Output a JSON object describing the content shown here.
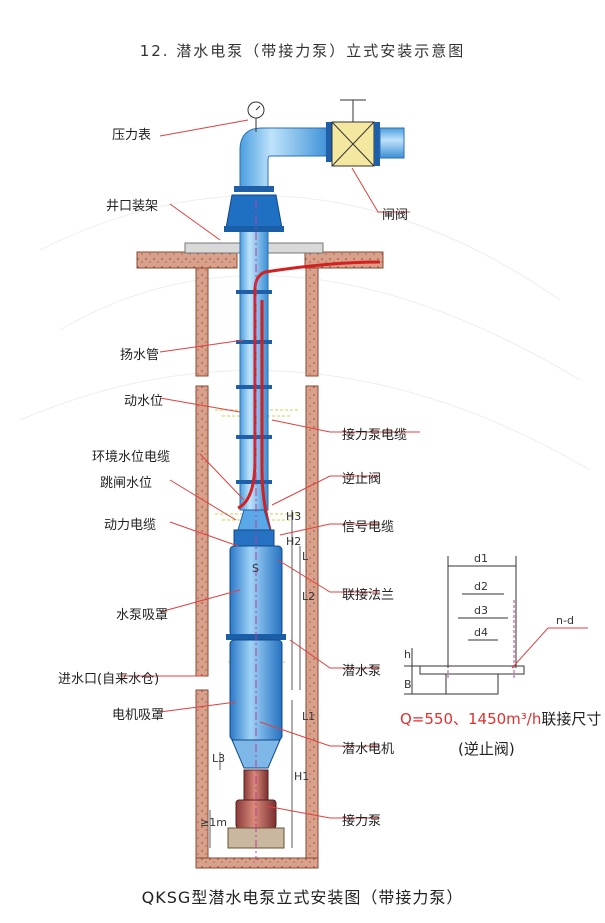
{
  "title": "12. 潜水电泵（带接力泵）立式安装示意图",
  "caption": "QKSG型潜水电泵立式安装图（带接力泵）",
  "labels": {
    "pressure_gauge": "压力表",
    "gate_valve": "闸阀",
    "wellhead_frame": "井口装架",
    "riser_pipe": "扬水管",
    "dynamic_level": "动水位",
    "booster_cable": "接力泵电缆",
    "env_level_cable": "环境水位电缆",
    "trip_level": "跳闸水位",
    "check_valve": "逆止阀",
    "power_cable": "动力电缆",
    "signal_cable": "信号电缆",
    "connect_flange": "联接法兰",
    "pump_hood": "水泵吸罩",
    "sub_pump": "潜水泵",
    "inlet": "进水口(自来水仓)",
    "motor_hood": "电机吸罩",
    "sub_motor": "潜水电机",
    "booster_pump": "接力泵",
    "nd": "n-d"
  },
  "flange_dims": [
    "d1",
    "d2",
    "d3",
    "d4"
  ],
  "side_dims": [
    "h",
    "B"
  ],
  "pump_dims": [
    "H3",
    "H2",
    "L",
    "L2",
    "L1",
    "H1",
    "L3",
    "≥1m",
    "S"
  ],
  "spec": {
    "red": "Q=550、1450m³/h",
    "black": "联接尺寸",
    "sub": "(逆止阀)"
  },
  "colors": {
    "pipe": "#7ec3ee",
    "pipe_dark": "#2a7fc4",
    "cable": "#d42020",
    "wall": "#b5412a",
    "label_line": "#e04040",
    "valve": "#f4e7a0"
  }
}
